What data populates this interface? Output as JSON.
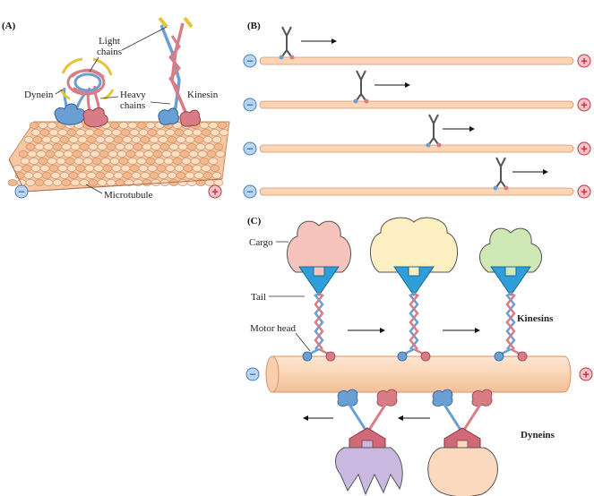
{
  "panels": {
    "a": "(A)",
    "b": "(B)",
    "c": "(C)"
  },
  "panel_a": {
    "light_chains_line1": "Light",
    "light_chains_line2": "chains",
    "dynein": "Dynein",
    "heavy_chains_line1": "Heavy",
    "heavy_chains_line2": "chains",
    "kinesin": "Kinesin",
    "microtubule": "Microtubule"
  },
  "panel_c": {
    "cargo": "Cargo",
    "tail": "Tail",
    "motor_head": "Motor head",
    "kinesins": "Kinesins",
    "dyneins": "Dyneins"
  },
  "signs": {
    "minus": "−",
    "plus": "+"
  },
  "colors": {
    "microtubule": "#fbd5b5",
    "microtubule_edge": "#d9926a",
    "sign_minus": "#3f7fc0",
    "sign_plus": "#c0303f",
    "chain_blue": "#6a9fd4",
    "chain_pink": "#d87c86",
    "light_chain_yellow": "#e8c23a",
    "tail_blue": "#2e9ed8",
    "cargo_pink": "#f7c4bd",
    "cargo_yellow": "#fcefc2",
    "cargo_green": "#cfe8b5",
    "dynein_head": "#d06a78",
    "cargo_purple": "#c9b9e0",
    "cargo_peach": "#fbd9bf"
  }
}
